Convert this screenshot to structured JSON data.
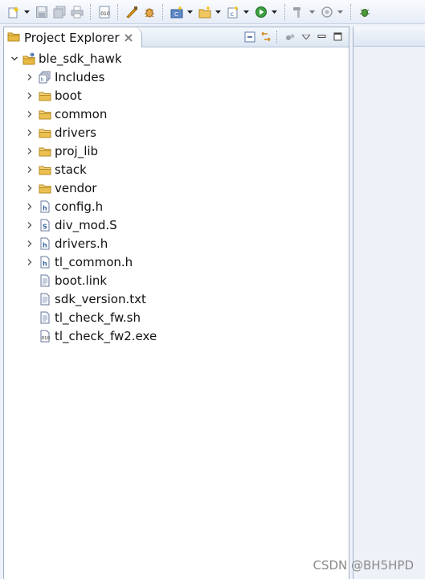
{
  "view": {
    "title": "Project Explorer"
  },
  "tree": {
    "project": "ble_sdk_hawk",
    "items": [
      {
        "label": "Includes",
        "icon": "includes-icon",
        "expandable": true
      },
      {
        "label": "boot",
        "icon": "folder-icon",
        "expandable": true
      },
      {
        "label": "common",
        "icon": "folder-icon",
        "expandable": true
      },
      {
        "label": "drivers",
        "icon": "folder-icon",
        "expandable": true
      },
      {
        "label": "proj_lib",
        "icon": "folder-icon",
        "expandable": true
      },
      {
        "label": "stack",
        "icon": "folder-icon",
        "expandable": true
      },
      {
        "label": "vendor",
        "icon": "folder-icon",
        "expandable": true
      },
      {
        "label": "config.h",
        "icon": "header-file-icon",
        "expandable": true
      },
      {
        "label": "div_mod.S",
        "icon": "asm-file-icon",
        "expandable": true
      },
      {
        "label": "drivers.h",
        "icon": "header-file-icon",
        "expandable": true
      },
      {
        "label": "tl_common.h",
        "icon": "header-file-icon",
        "expandable": true
      },
      {
        "label": "boot.link",
        "icon": "text-file-icon",
        "expandable": false
      },
      {
        "label": "sdk_version.txt",
        "icon": "text-file-icon",
        "expandable": false
      },
      {
        "label": "tl_check_fw.sh",
        "icon": "text-file-icon",
        "expandable": false
      },
      {
        "label": "tl_check_fw2.exe",
        "icon": "binary-file-icon",
        "expandable": false
      }
    ]
  },
  "watermark": "CSDN @BH5HPD"
}
